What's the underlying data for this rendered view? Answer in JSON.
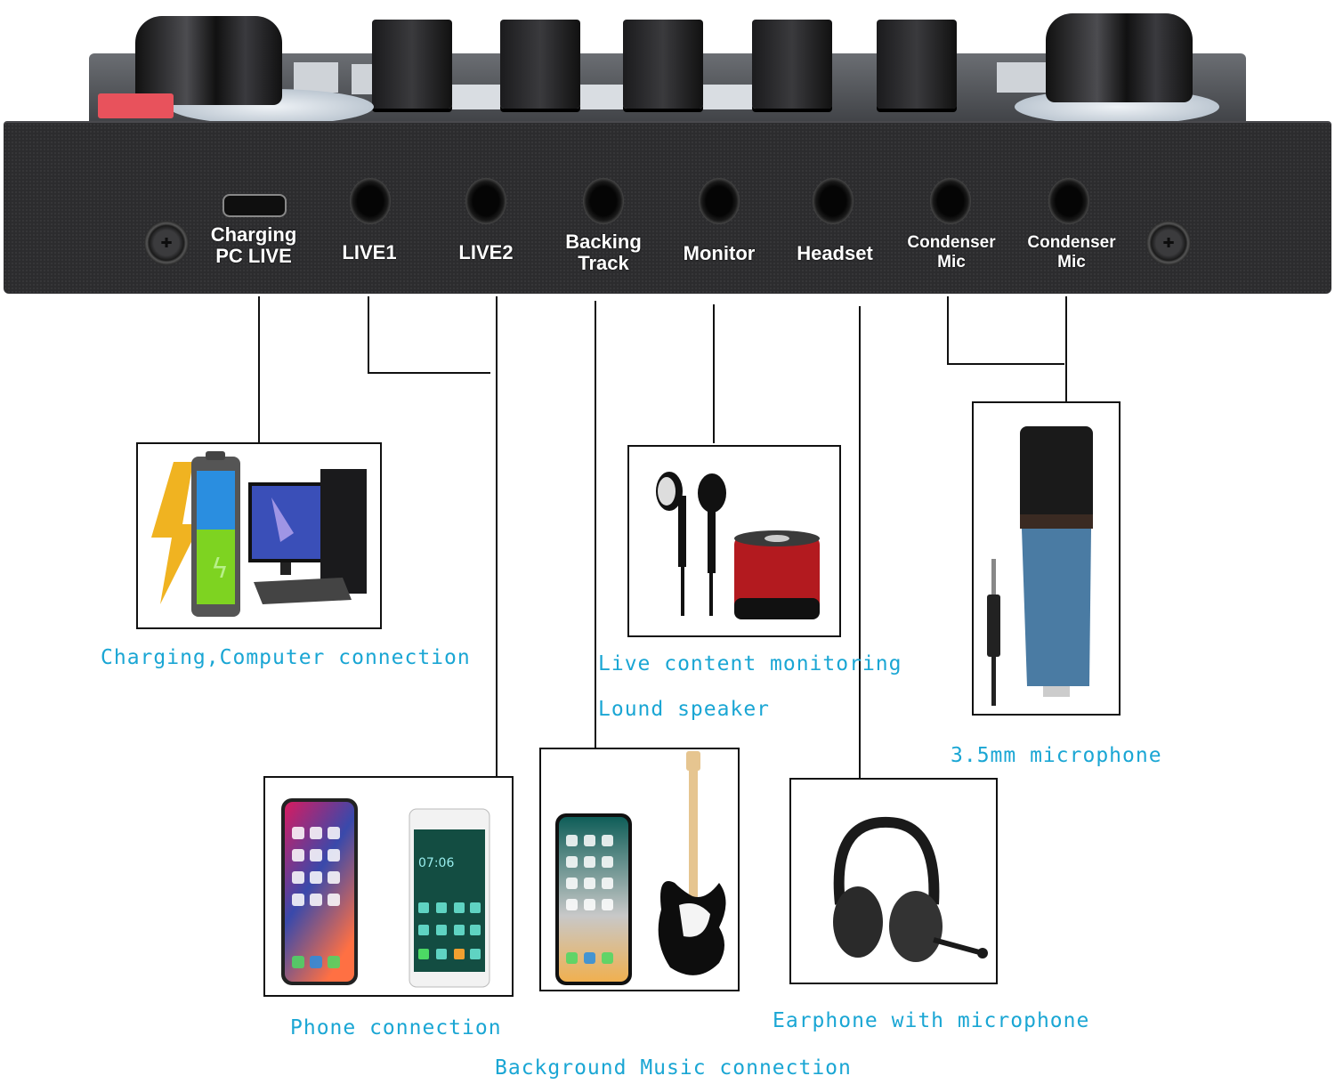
{
  "device": {
    "ports": [
      {
        "id": "charging",
        "label": "Charging\nPC LIVE"
      },
      {
        "id": "live1",
        "label": "LIVE1"
      },
      {
        "id": "live2",
        "label": "LIVE2"
      },
      {
        "id": "backing",
        "label": "Backing\nTrack"
      },
      {
        "id": "monitor",
        "label": "Monitor"
      },
      {
        "id": "headset",
        "label": "Headset"
      },
      {
        "id": "condenser1",
        "label": "Condenser\nMic"
      },
      {
        "id": "condenser2",
        "label": "Condenser\nMic"
      }
    ]
  },
  "captions": {
    "charging": "Charging,Computer connection",
    "monitoring": "Live content monitoring",
    "speaker": "Lound speaker",
    "microphone": "3.5mm microphone",
    "phone": "Phone connection",
    "earphone": "Earphone with microphone",
    "background": "Background Music connection"
  },
  "boxes": {
    "charging": {
      "icons": [
        "lightning-icon",
        "battery-icon",
        "desktop-computer-icon"
      ]
    },
    "monitoring": {
      "icons": [
        "earphones-icon",
        "speaker-icon"
      ]
    },
    "microphone": {
      "icons": [
        "condenser-microphone-icon",
        "audio-jack-icon"
      ]
    },
    "phone": {
      "icons": [
        "iphone-icon",
        "android-phone-icon"
      ],
      "android_time": "07:06"
    },
    "background": {
      "icons": [
        "smartphone-icon",
        "electric-guitar-icon"
      ]
    },
    "earphone": {
      "icons": [
        "headset-with-mic-icon"
      ]
    }
  },
  "colors": {
    "caption": "#1aa6d4",
    "device_body": "#2c2c2e",
    "knob_ring": "#d8e0e8",
    "red_button": "#e8525c"
  }
}
